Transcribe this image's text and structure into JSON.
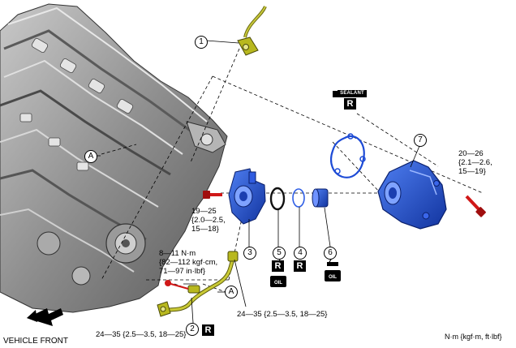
{
  "callouts": {
    "c1": "1",
    "c2": "2",
    "c3": "3",
    "c4": "4",
    "c5": "5",
    "c6": "6",
    "c7": "7",
    "ref_a_upper": "A",
    "ref_a_lower": "A"
  },
  "torque": {
    "left_bolt": [
      "19—25",
      "{2.0—2.5,",
      "15—18}"
    ],
    "right_bolt": [
      "20—26",
      "{2.1—2.6,",
      "15—19}"
    ],
    "pipe_bolt": [
      "8—11 N·m",
      "{82—112 kgf·cm,",
      "71—97 in·lbf}"
    ],
    "pipe_nut_right": "24—35 {2.5—3.5, 18—25}",
    "pipe_nut_bottom": "24—35 {2.5—3.5, 18—25}"
  },
  "markers": {
    "replace": "R",
    "sealant": "SEALANT",
    "oil": "OIL"
  },
  "vehicle_front": "VEHICLE FRONT",
  "units_note": "N·m {kgf·m, ft·lbf}",
  "colors": {
    "part_blue": "#1f4fd6",
    "part_yellow": "#b8b81e",
    "bolt_red": "#d01818",
    "engine_gray": "#7a7a7a"
  }
}
